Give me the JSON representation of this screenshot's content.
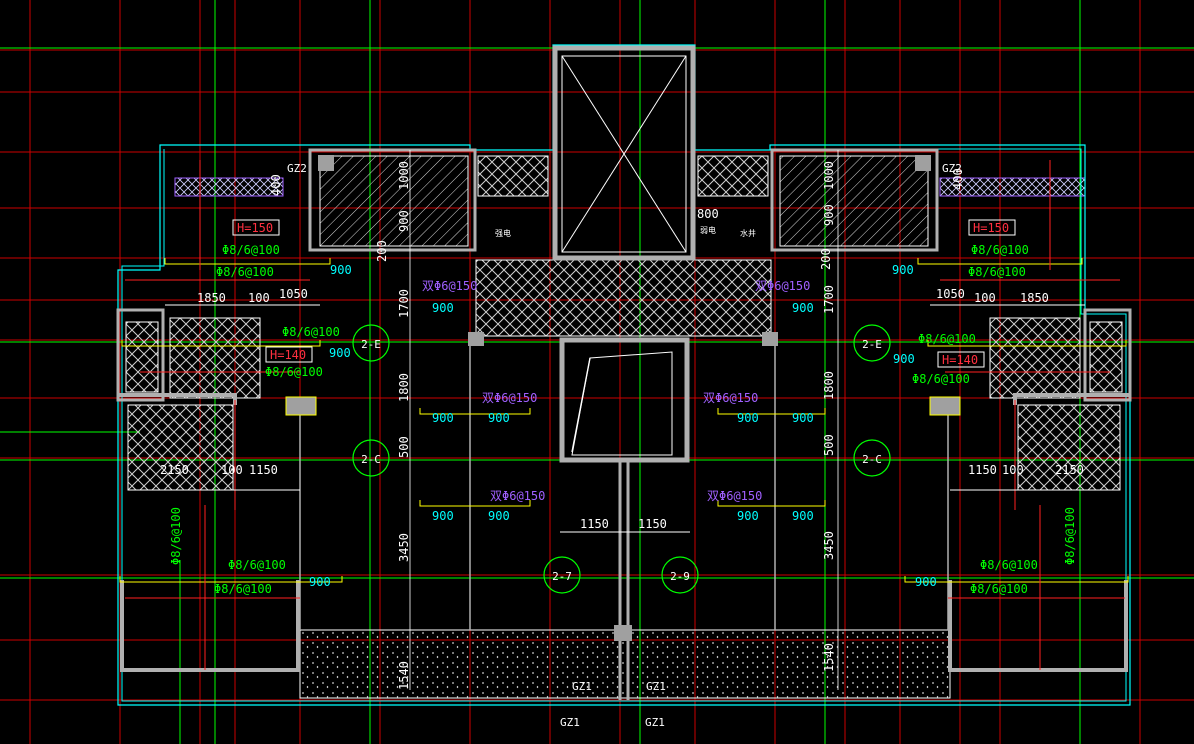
{
  "colors": {
    "background": "#000000",
    "gridline": "#cc0000",
    "axis": "#00ff00",
    "wall": "#b0b0b0",
    "outline": "#00ffff",
    "rebar": "#ffff00",
    "rebar_red": "#ff2020",
    "dimension_text": "#ffffff",
    "note_text": "#00ff00",
    "cyan_text": "#00ffff",
    "slab_purple": "#a060ff",
    "tag_magenta": "#ff00ff"
  },
  "labels": {
    "axes": [
      "2-E",
      "2-E",
      "2-C",
      "2-C",
      "2-7",
      "2-9"
    ],
    "column_tags": [
      "GZ2",
      "GZ2",
      "GZ1",
      "GZ1",
      "GZ1",
      "GZ1"
    ],
    "slab_thickness": [
      "H=150",
      "H=150",
      "H=140",
      "H=140"
    ],
    "rebar_notes": [
      "Φ8/6@100",
      "Φ8/6@100",
      "Φ8/6@100",
      "Φ8/6@100",
      "Φ8/6@100",
      "Φ8/6@100",
      "Φ8/6@100",
      "Φ8/6@100",
      "Φ8/6@100",
      "Φ8/6@100",
      "Φ8/6@100",
      "Φ8/6@100",
      "Φ8/6@100",
      "Φ8/6@100"
    ],
    "slab_notes": [
      "双Φ6@150",
      "双Φ6@150",
      "双Φ6@150",
      "双Φ6@150",
      "双Φ6@150",
      "双Φ6@150"
    ],
    "dimensions_white": [
      "1000",
      "900",
      "200",
      "1000",
      "900",
      "200",
      "1850",
      "100",
      "1050",
      "1050",
      "100",
      "1850",
      "1700",
      "1700",
      "1800",
      "1800",
      "500",
      "500",
      "2150",
      "100",
      "1150",
      "1150",
      "100",
      "2150",
      "3450",
      "3450",
      "1150",
      "1150",
      "1540",
      "1540",
      "400",
      "400",
      "800"
    ],
    "dimensions_cyan": [
      "900",
      "900",
      "900",
      "900",
      "900",
      "900",
      "900",
      "900",
      "900",
      "900",
      "900",
      "900",
      "900",
      "900",
      "900",
      "900"
    ],
    "room_notes": [
      "强电",
      "弱电",
      "水井"
    ]
  }
}
